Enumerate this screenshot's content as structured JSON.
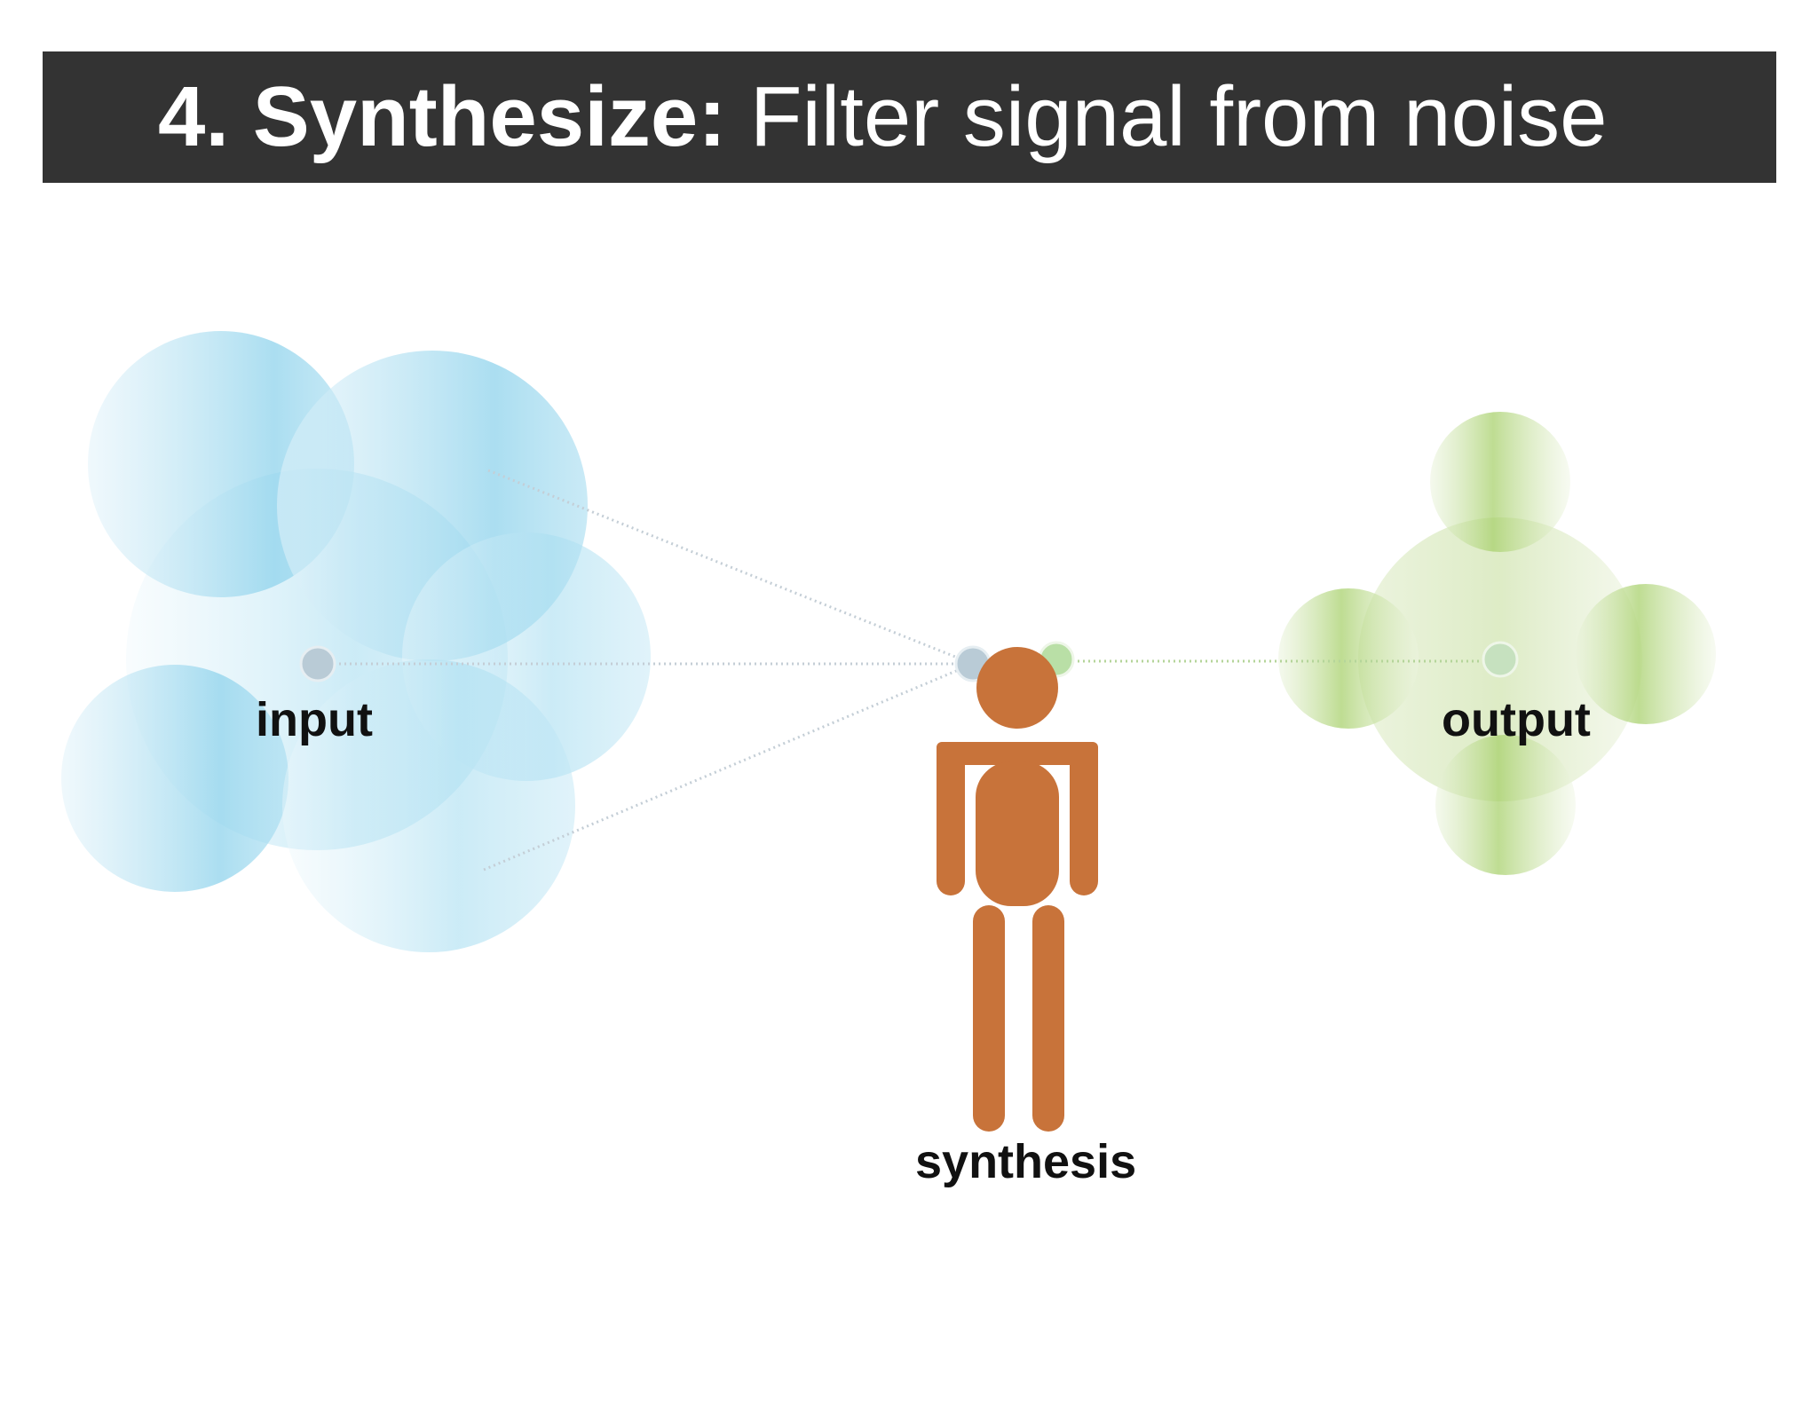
{
  "title": {
    "bold": "4. Synthesize:",
    "rest": " Filter signal from noise"
  },
  "labels": {
    "input": "input",
    "synthesis": "synthesis",
    "output": "output"
  },
  "colors": {
    "title_bar": "#333333",
    "input_blue": "#8fd3ec",
    "output_green": "#b8d98a",
    "figure_orange": "#c8733a"
  },
  "icons": [
    "person-icon"
  ]
}
